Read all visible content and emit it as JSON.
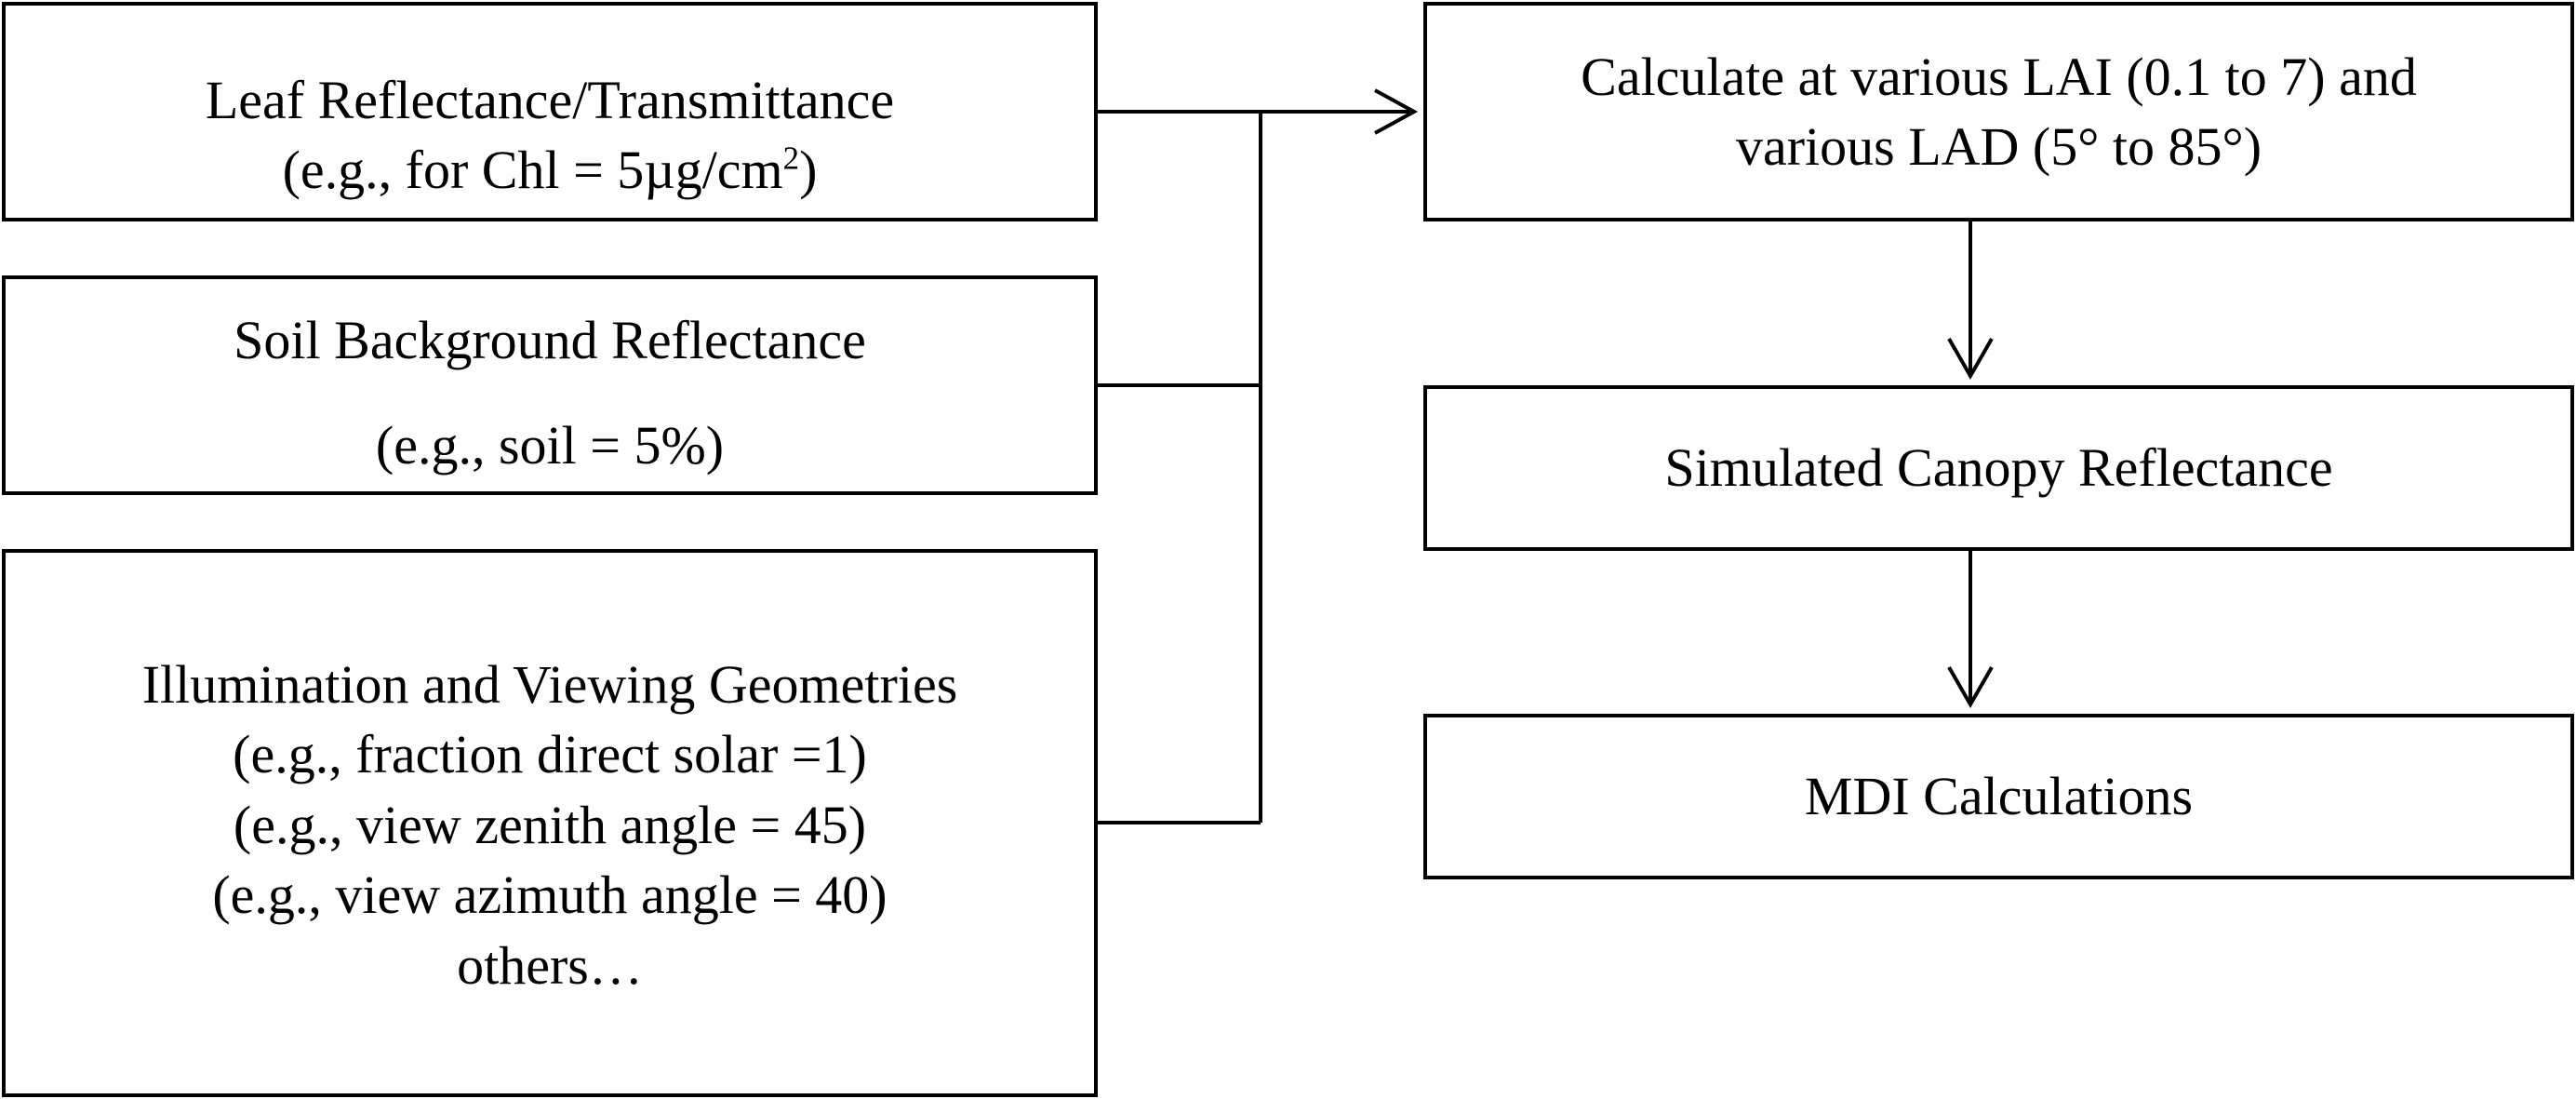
{
  "diagram": {
    "leaf_box": {
      "line1": "Leaf Reflectance/Transmittance",
      "line2_pre": "(e.g., for Chl = 5µg/cm",
      "line2_sup": "2",
      "line2_post": ")"
    },
    "soil_box": {
      "line1": "Soil Background Reflectance",
      "line2": "(e.g., soil = 5%)"
    },
    "illumination_box": {
      "line1": "Illumination and Viewing Geometries",
      "line2": "(e.g., fraction direct solar =1)",
      "line3": "(e.g., view zenith angle = 45)",
      "line4": "(e.g., view azimuth angle = 40)",
      "line5": "others…"
    },
    "calculate_box": {
      "line1": "Calculate at various LAI (0.1 to 7) and",
      "line2": "various LAD (5° to 85°)"
    },
    "simulated_box": {
      "line1": "Simulated Canopy Reflectance"
    },
    "mdi_box": {
      "line1": "MDI Calculations"
    },
    "colors": {
      "stroke": "#000000",
      "background": "#ffffff"
    }
  }
}
